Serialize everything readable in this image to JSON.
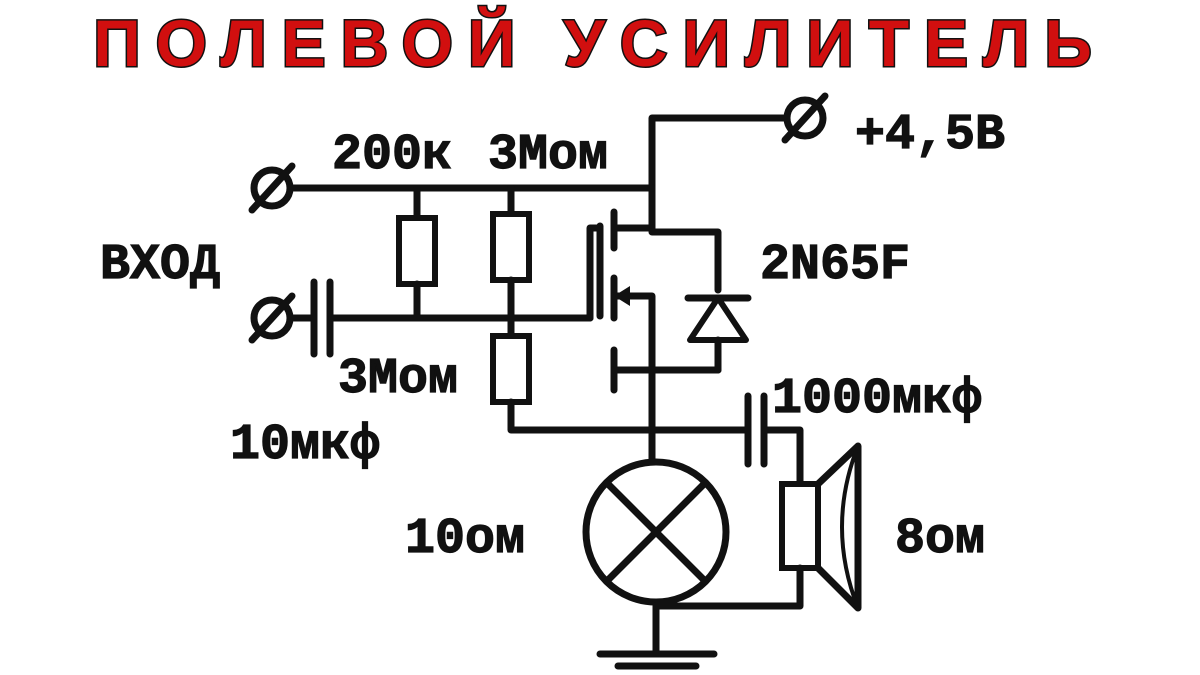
{
  "title": "ПОЛЕВОЙ УСИЛИТЕЛЬ",
  "labels": {
    "supply": "+4,5В",
    "r1": "200к",
    "r2": "3Мом",
    "input": "ВХОД",
    "transistor": "2N65F",
    "r3": "3Мом",
    "c_out": "1000мкф",
    "c_in": "10мкф",
    "lamp": "10ом",
    "speaker": "8ом"
  }
}
